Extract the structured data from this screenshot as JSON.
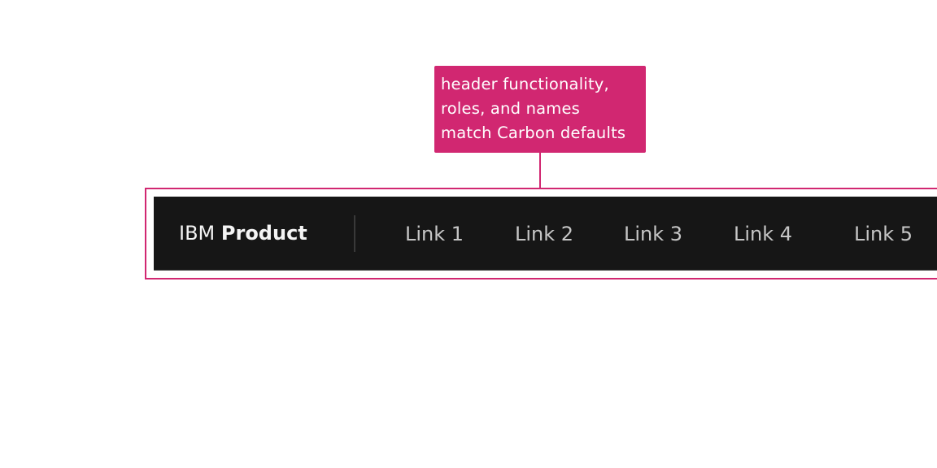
{
  "annotation": {
    "lines": [
      "header functionality,",
      "roles, and names",
      "match Carbon defaults"
    ],
    "color": "#d12771"
  },
  "header": {
    "brand_prefix": "IBM",
    "brand_name": "Product",
    "background": "#161616",
    "links": [
      {
        "label": "Link 1"
      },
      {
        "label": "Link 2"
      },
      {
        "label": "Link 3"
      },
      {
        "label": "Link 4"
      },
      {
        "label": "Link 5"
      }
    ]
  }
}
